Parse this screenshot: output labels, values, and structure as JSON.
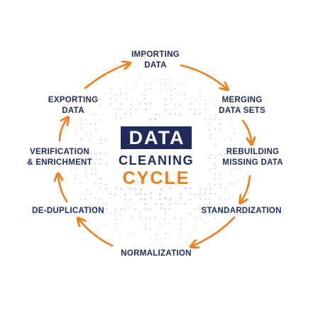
{
  "title": {
    "line1": "DATA",
    "line2": "CLEANING",
    "line3": "CYCLE"
  },
  "steps": [
    {
      "line1": "IMPORTING",
      "line2": "DATA"
    },
    {
      "line1": "MERGING",
      "line2": "DATA SETS"
    },
    {
      "line1": "REBUILDING",
      "line2": "MISSING DATA"
    },
    {
      "line1": "STANDARDIZATION",
      "line2": ""
    },
    {
      "line1": "NORMALIZATION",
      "line2": ""
    },
    {
      "line1": "DE-DUPLICATION",
      "line2": ""
    },
    {
      "line1": "VERIFICATION",
      "line2": "& ENRICHMENT"
    },
    {
      "line1": "EXPORTING",
      "line2": "DATA"
    }
  ],
  "colors": {
    "navy": "#1f2b5a",
    "orange": "#f07d1a",
    "dots": "#c9ced6"
  }
}
